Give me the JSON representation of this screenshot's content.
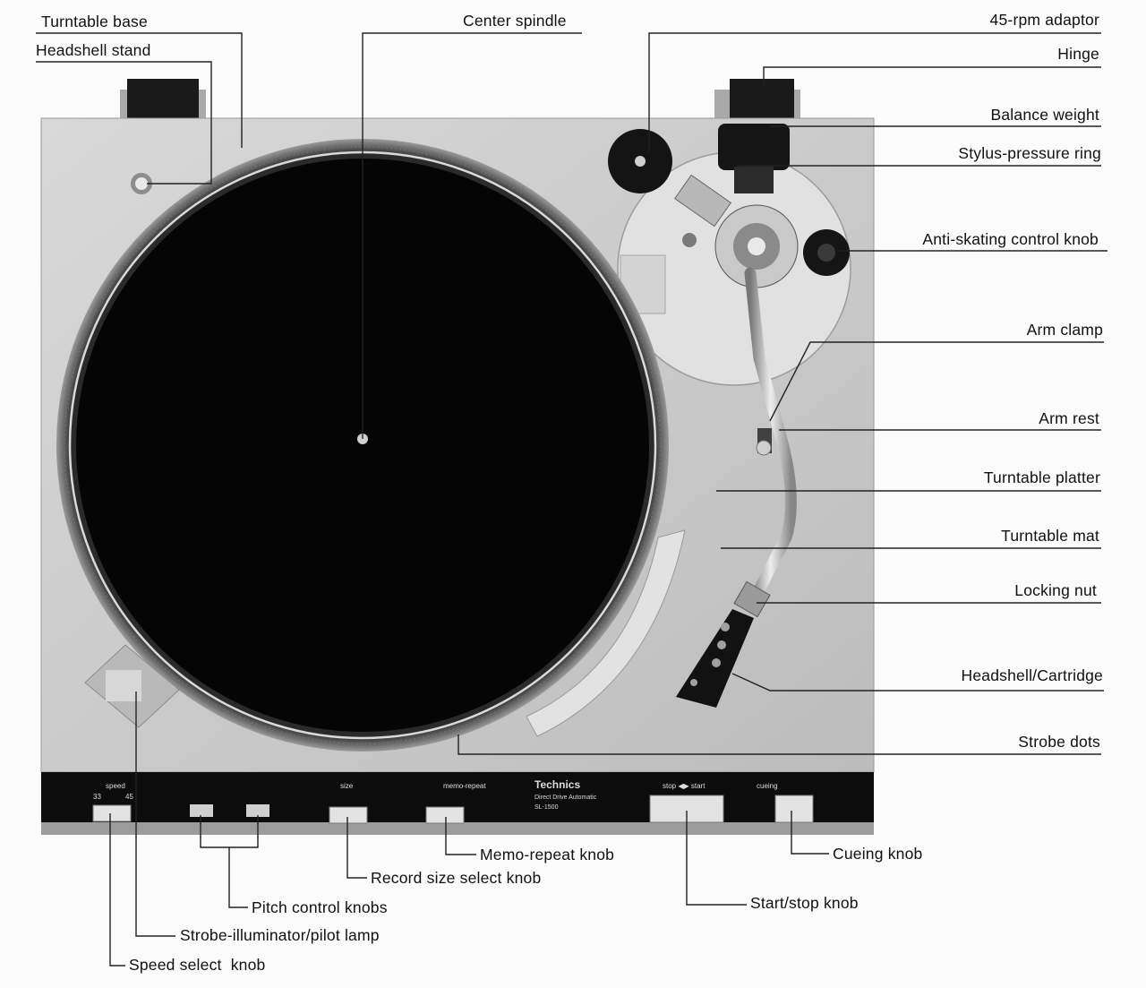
{
  "labels": {
    "turntable_base": "Turntable base",
    "headshell_stand": "Headshell stand",
    "center_spindle": "Center spindle",
    "adaptor_45rpm": "45-rpm adaptor",
    "hinge": "Hinge",
    "balance_weight": "Balance weight",
    "stylus_pressure_ring": "Stylus-pressure ring",
    "anti_skating_knob": "Anti-skating control knob",
    "arm_clamp": "Arm clamp",
    "arm_rest": "Arm rest",
    "turntable_platter": "Turntable platter",
    "turntable_mat": "Turntable mat",
    "locking_nut": "Locking nut",
    "headshell_cartridge": "Headshell/Cartridge",
    "strobe_dots": "Strobe dots",
    "memo_repeat_knob": "Memo-repeat knob",
    "cueing_knob": "Cueing knob",
    "record_size_knob": "Record size select knob",
    "start_stop_knob": "Start/stop knob",
    "pitch_control_knobs": "Pitch control knobs",
    "strobe_illuminator": "Strobe-illuminator/pilot lamp",
    "speed_select_knob": "Speed select  knob"
  },
  "panel": {
    "brand": "Technics",
    "model_line": "Direct Drive Automatic",
    "model": "SL-1500",
    "speed": "speed",
    "speed_33": "33",
    "speed_45": "45",
    "size": "size",
    "memo_repeat": "memo-repeat",
    "stop_start": "stop ◀▶ start",
    "cueing": "cueing"
  },
  "colors": {
    "plinth": "#cfcfcf",
    "platter_black": "#050505",
    "panel_black": "#0c0c0c",
    "leader": "#222222"
  }
}
